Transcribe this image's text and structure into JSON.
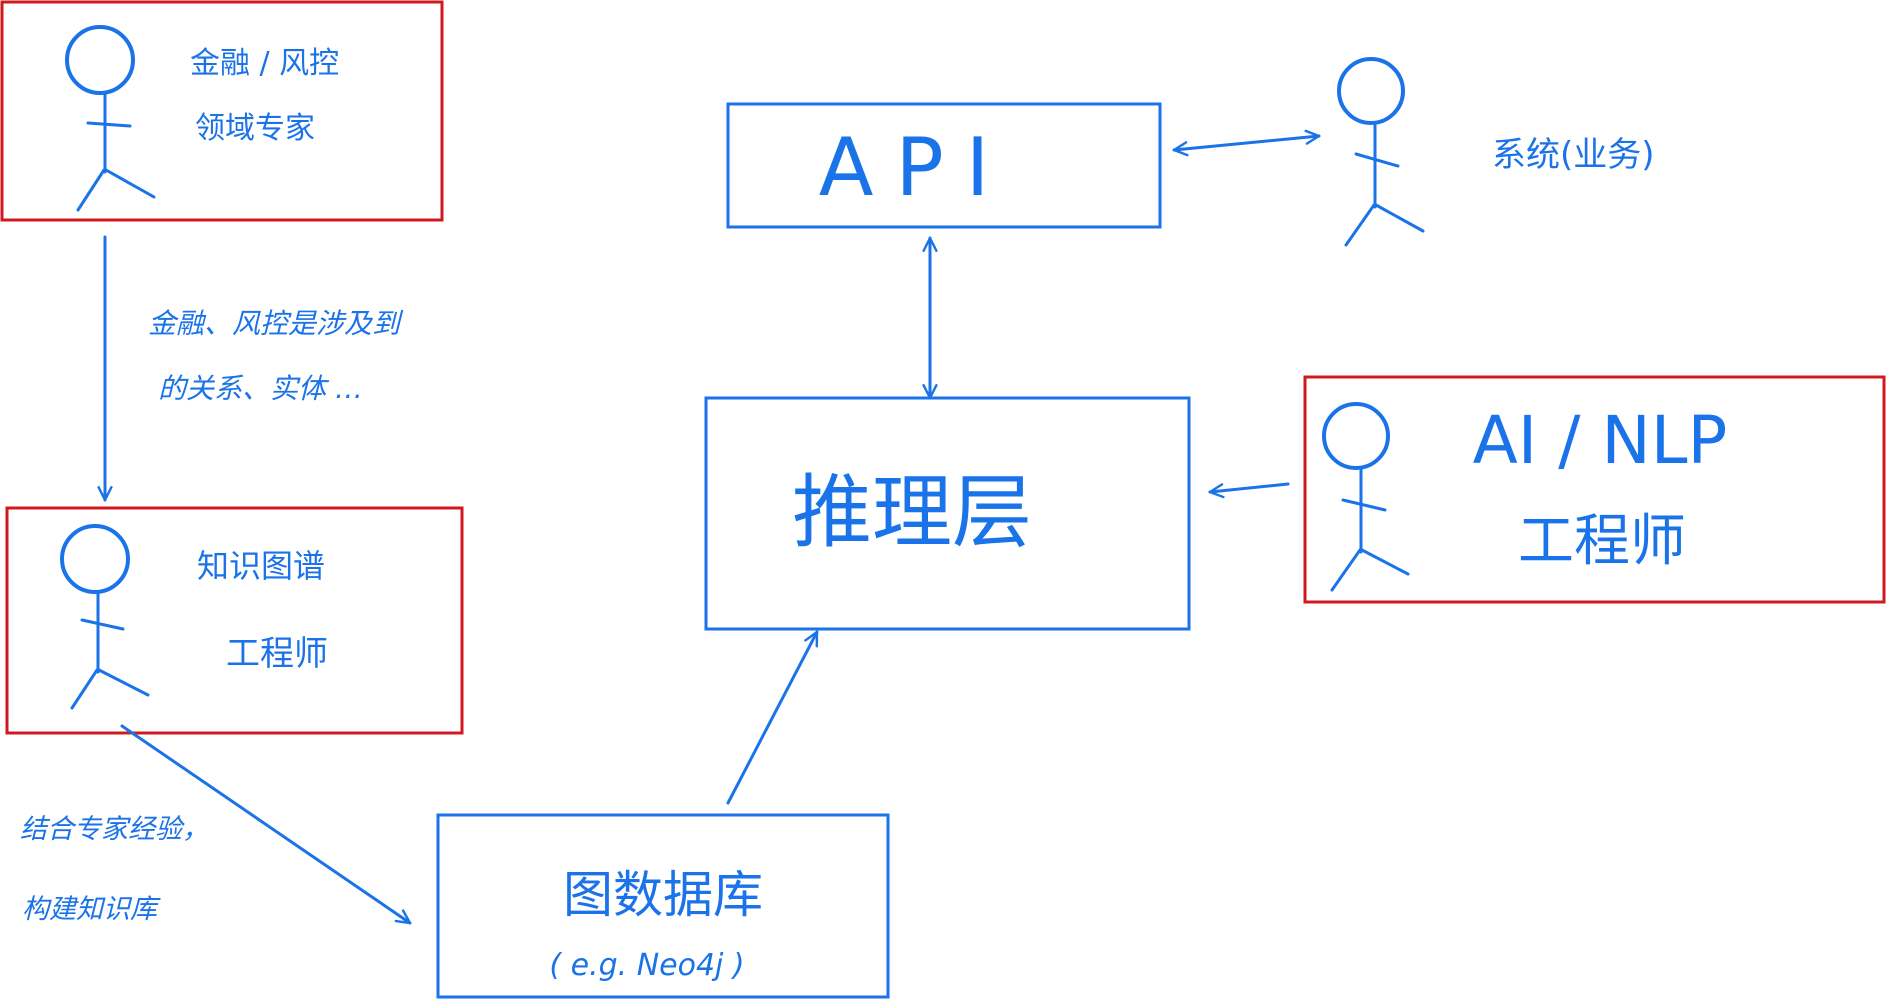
{
  "domain_expert": {
    "line1": "金融 / 风控",
    "line2": "领域专家"
  },
  "note_top": {
    "line1": "金融、风控是涉及到",
    "line2": "的关系、实体 …"
  },
  "kg_engineer": {
    "line1": "知识图谱",
    "line2": "工程师"
  },
  "note_bottom": {
    "line1": "结合专家经验，",
    "line2": "构建知识库"
  },
  "graph_db": {
    "line1": "图数据库",
    "line2": "( e.g. Neo4j )"
  },
  "api": {
    "label": "API"
  },
  "system_user": {
    "label": "系统(业务)"
  },
  "reasoning_layer": {
    "label": "推理层"
  },
  "ai_engineer": {
    "line1": "AI / NLP",
    "line2": "工程师"
  },
  "colors": {
    "ink": "#1a73e8",
    "highlight_box": "#d0191f"
  }
}
